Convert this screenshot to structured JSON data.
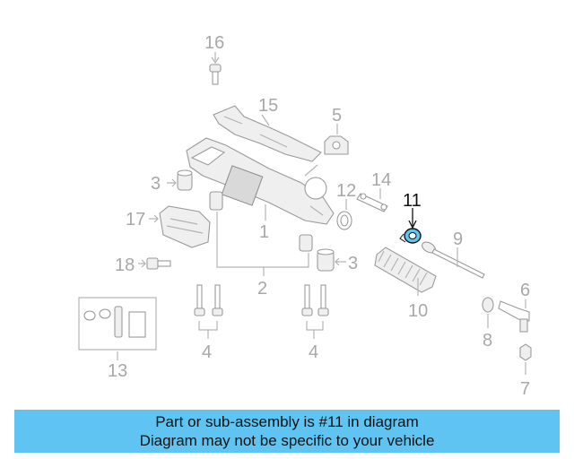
{
  "callouts": {
    "n1": "1",
    "n2": "2",
    "n3a": "3",
    "n3b": "3",
    "n4a": "4",
    "n4b": "4",
    "n5": "5",
    "n6": "6",
    "n7": "7",
    "n8": "8",
    "n9": "9",
    "n10": "10",
    "n11": "11",
    "n12": "12",
    "n13": "13",
    "n14": "14",
    "n15": "15",
    "n16": "16",
    "n17": "17",
    "n18": "18"
  },
  "highlight": {
    "part": "11",
    "color": "#5fc4f2"
  },
  "banner": {
    "line1": "Part or sub-assembly is #11 in diagram",
    "line2": "Diagram may not be specific to your vehicle",
    "background": "#5fc4f2"
  }
}
